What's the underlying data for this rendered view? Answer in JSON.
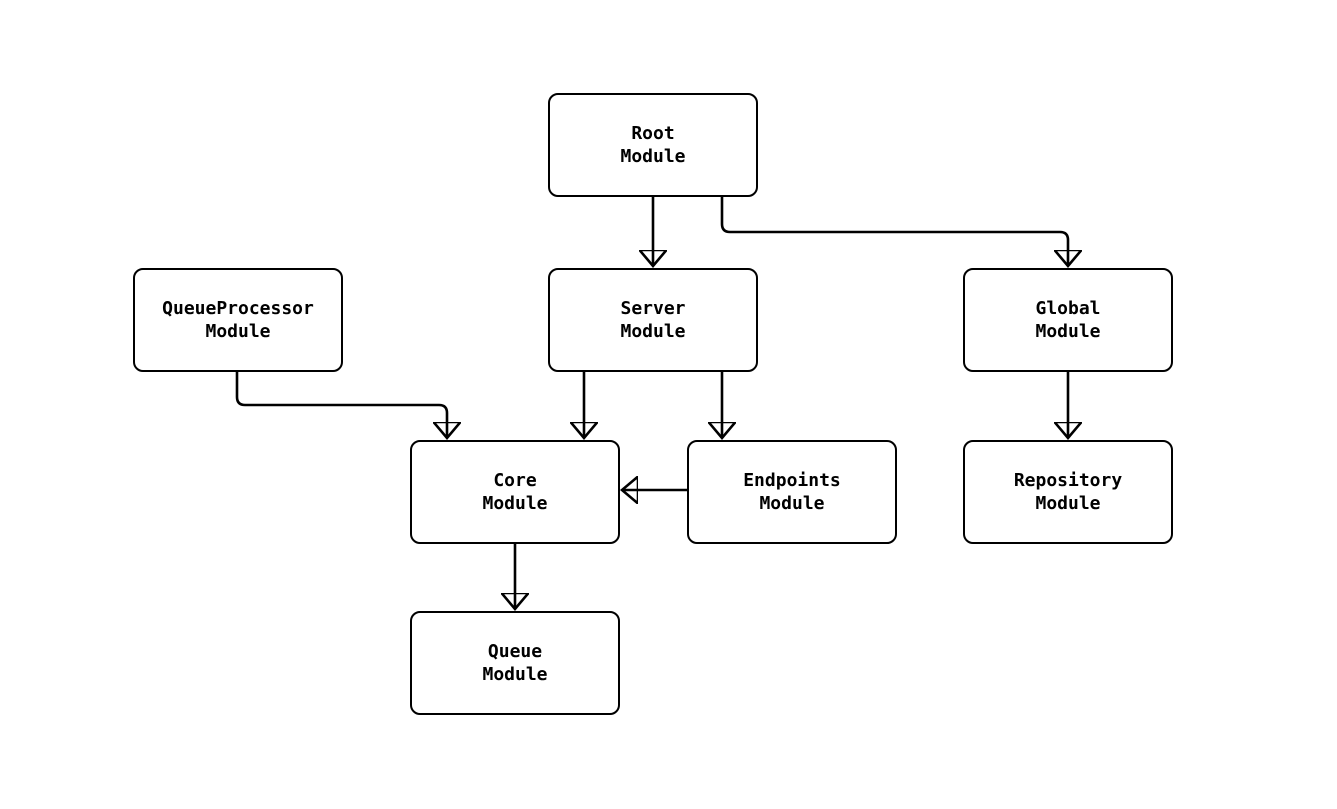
{
  "diagram": {
    "type": "module-dependency-diagram",
    "background_color": "#ffffff",
    "node_fill_color": "#ffffff",
    "node_border_color": "#000000",
    "line_color": "#000000",
    "text_color": "#000000",
    "nodes": {
      "root": {
        "label": "Root\nModule"
      },
      "queue_processor": {
        "label": "QueueProcessor\nModule"
      },
      "server": {
        "label": "Server\nModule"
      },
      "global": {
        "label": "Global\nModule"
      },
      "core": {
        "label": "Core\nModule"
      },
      "endpoints": {
        "label": "Endpoints\nModule"
      },
      "repository": {
        "label": "Repository\nModule"
      },
      "queue": {
        "label": "Queue\nModule"
      }
    },
    "edges": [
      {
        "from": "Root Module",
        "to": "Server Module"
      },
      {
        "from": "Root Module",
        "to": "Global Module"
      },
      {
        "from": "QueueProcessor Module",
        "to": "Core Module"
      },
      {
        "from": "Server Module",
        "to": "Core Module"
      },
      {
        "from": "Server Module",
        "to": "Endpoints Module"
      },
      {
        "from": "Endpoints Module",
        "to": "Core Module"
      },
      {
        "from": "Global Module",
        "to": "Repository Module"
      },
      {
        "from": "Core Module",
        "to": "Queue Module"
      }
    ]
  }
}
